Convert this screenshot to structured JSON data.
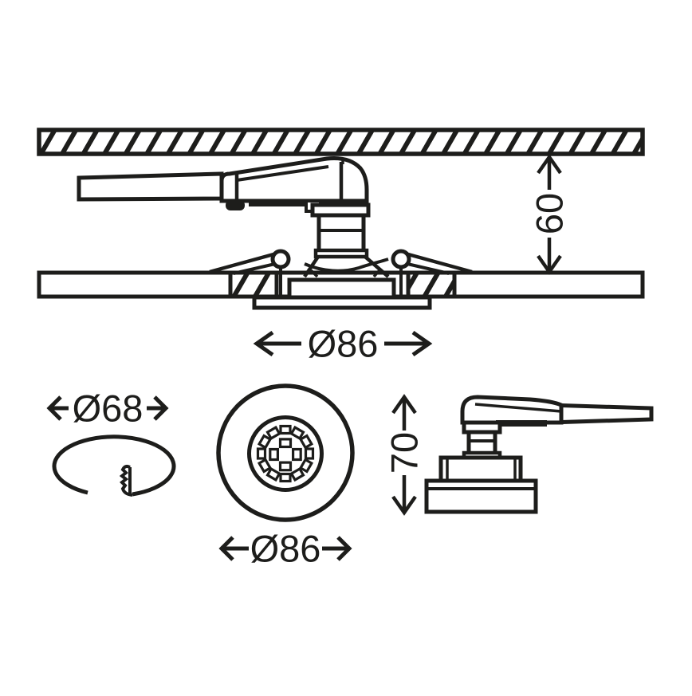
{
  "drawing": {
    "background": "#ffffff",
    "line_color": "#1d1d1b",
    "section_view": {
      "recess_depth_label": "60",
      "diameter_label": "Ø86"
    },
    "cutout_view": {
      "diameter_label": "Ø68"
    },
    "front_view": {
      "diameter_label": "Ø86"
    },
    "side_view": {
      "height_label": "70"
    }
  }
}
